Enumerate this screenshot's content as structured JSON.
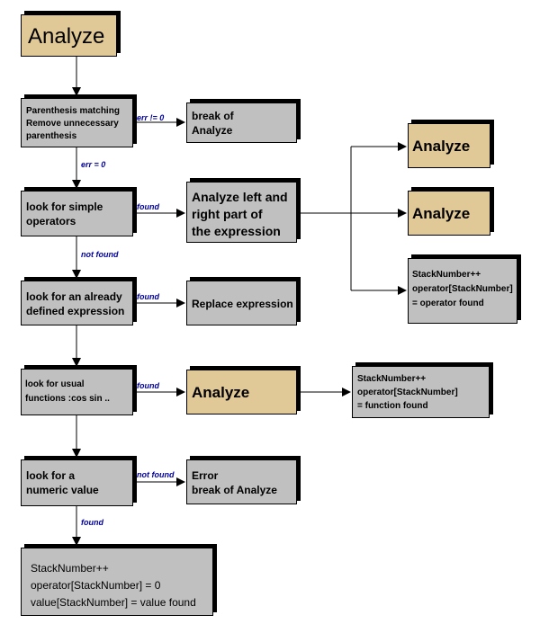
{
  "nodes": {
    "analyze_main": "Analyze",
    "parenthesis": "Parenthesis matching\nRemove unnecessary\nparenthesis",
    "break_analyze": "break of\nAnalyze",
    "simple_ops": "look for simple\noperators",
    "analyze_left_right": "Analyze left and\nright part of\nthe expression",
    "analyze_right_1": "Analyze",
    "analyze_right_2": "Analyze",
    "stack_operator": "StackNumber++\noperator[StackNumber]\n= operator found",
    "defined_expr": "look for an already\ndefined expression",
    "replace_expr": "Replace expression",
    "usual_funcs": "look for usual\nfunctions :cos sin ..",
    "analyze_func": "Analyze",
    "stack_function": "StackNumber++\noperator[StackNumber]\n= function found",
    "numeric_value": "look for a\nnumeric value",
    "error_break": "Error\nbreak of Analyze",
    "stack_value": "StackNumber++\noperator[StackNumber] = 0\nvalue[StackNumber] = value found"
  },
  "edge_labels": {
    "err_ne_0": "err != 0",
    "err_eq_0": "err = 0",
    "found_1": "found",
    "not_found_1": "not found",
    "found_2": "found",
    "found_3": "found",
    "not_found_2": "not found",
    "found_4": "found"
  },
  "colors": {
    "box_gray": "#c0c0c0",
    "box_tan": "#e0c897",
    "label_blue": "#0000a0",
    "line": "#000000"
  }
}
